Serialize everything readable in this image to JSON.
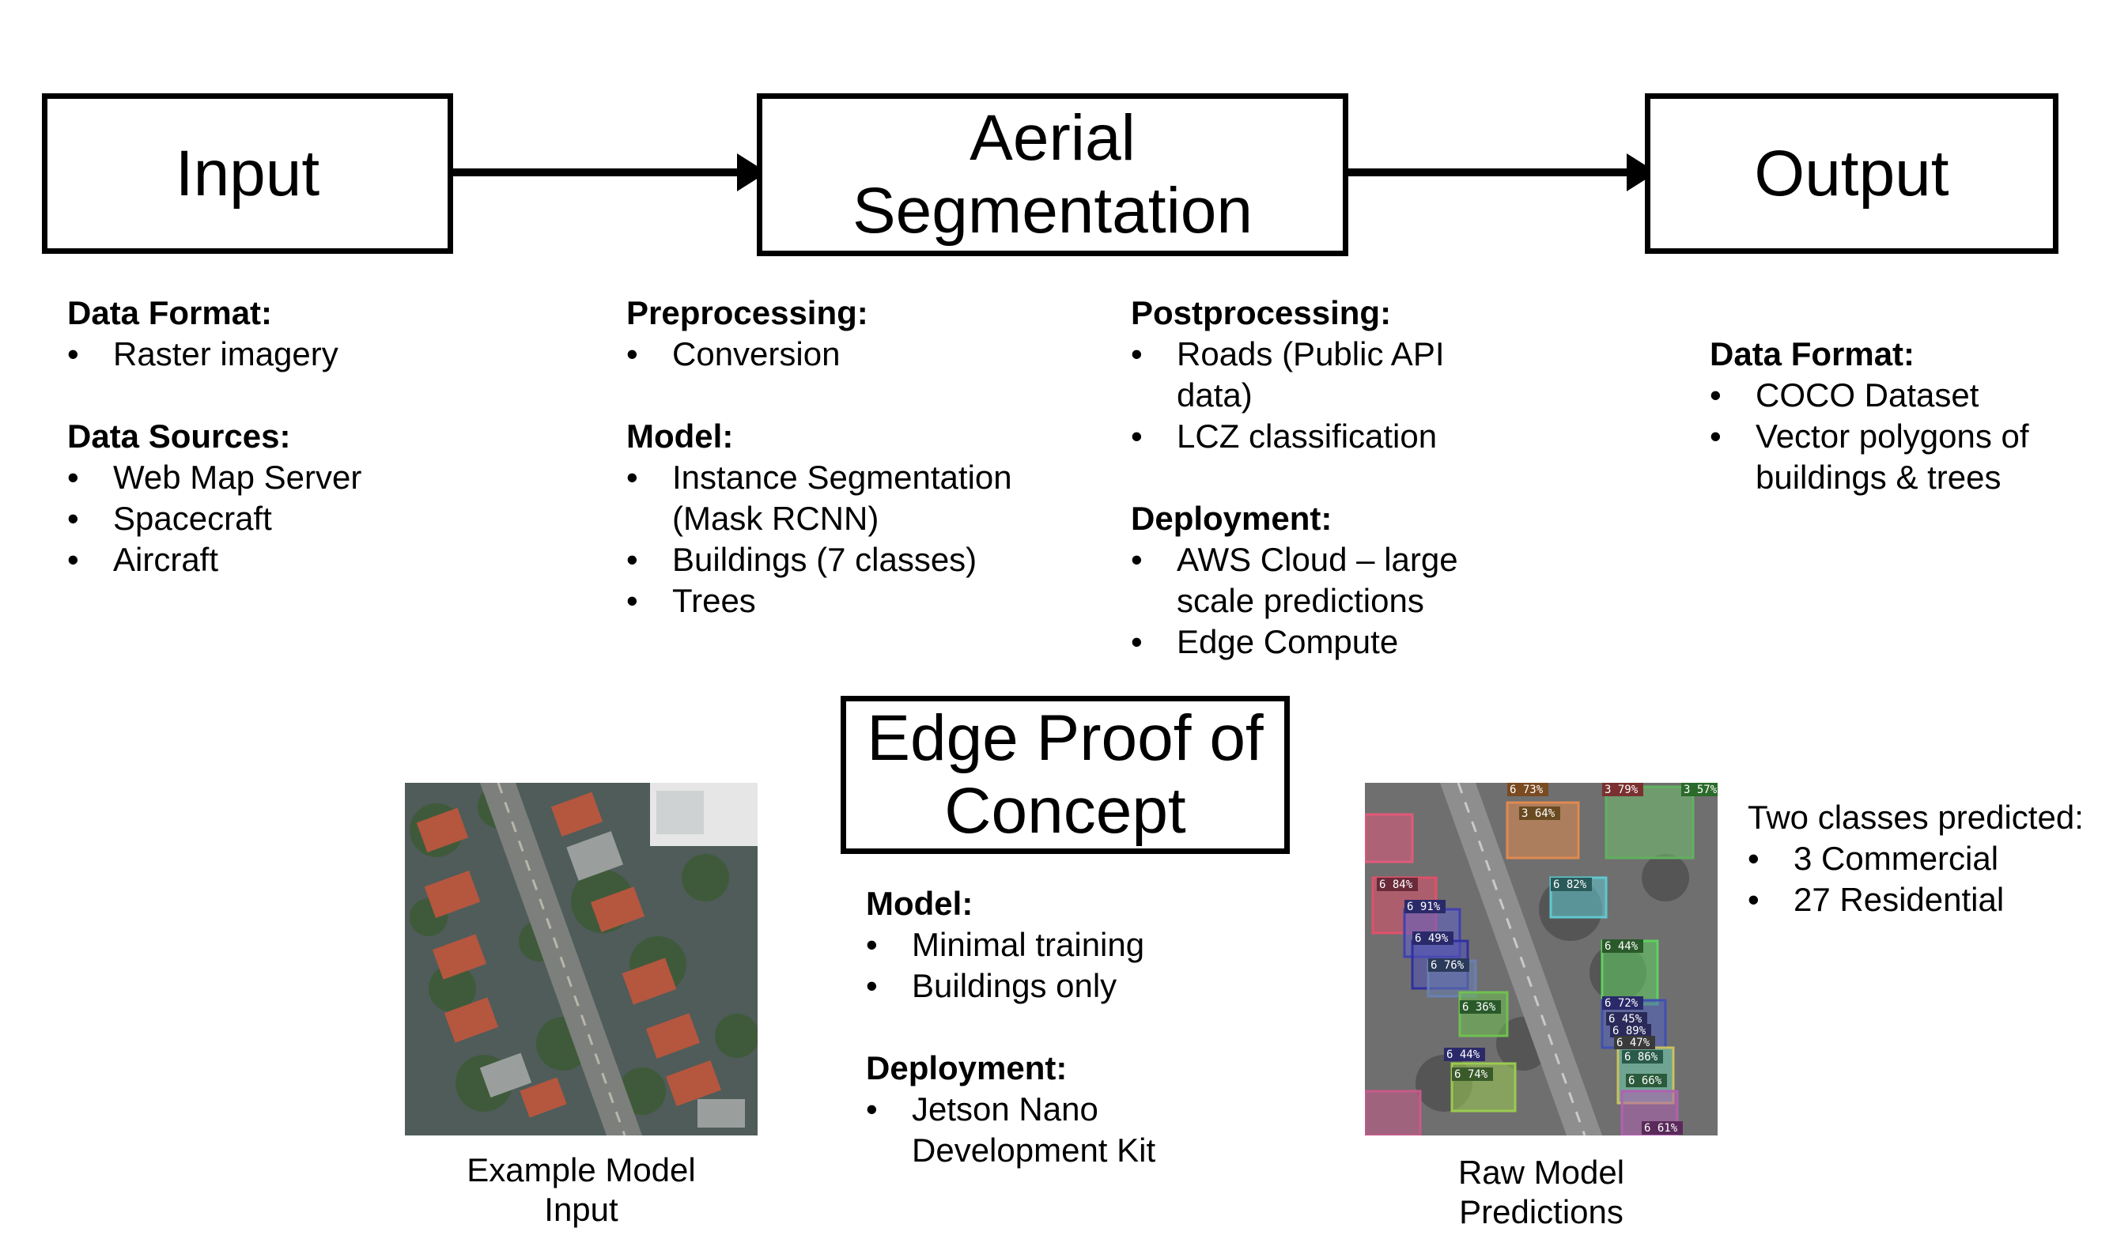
{
  "boxes": {
    "input": "Input",
    "aerial_line1": "Aerial",
    "aerial_line2": "Segmentation",
    "output": "Output",
    "edge_line1": "Edge Proof of",
    "edge_line2": "Concept"
  },
  "input_details": {
    "data_format_heading": "Data Format:",
    "data_format_items": [
      "Raster imagery"
    ],
    "data_sources_heading": "Data Sources:",
    "data_sources_items": [
      "Web Map Server",
      "Spacecraft",
      "Aircraft"
    ]
  },
  "preprocessing": {
    "heading": "Preprocessing:",
    "items": [
      "Conversion"
    ]
  },
  "model": {
    "heading": "Model:",
    "item1_line1": "Instance Segmentation",
    "item1_line2": "(Mask RCNN)",
    "item2": "Buildings (7 classes)",
    "item3": "Trees"
  },
  "postprocessing": {
    "heading": "Postprocessing:",
    "item1_line1": "Roads (Public API",
    "item1_line2": "data)",
    "item2": "LCZ classification"
  },
  "deployment": {
    "heading": "Deployment:",
    "item1_line1": "AWS Cloud – large",
    "item1_line2": "scale predictions",
    "item2": "Edge Compute"
  },
  "output_details": {
    "heading": "Data Format:",
    "item1": "COCO Dataset",
    "item2_line1": "Vector polygons of",
    "item2_line2": "buildings & trees"
  },
  "edge_details": {
    "model_heading": "Model:",
    "model_items": [
      "Minimal training",
      "Buildings only"
    ],
    "deploy_heading": "Deployment:",
    "deploy_item_line1": "Jetson Nano",
    "deploy_item_line2": "Development Kit"
  },
  "captions": {
    "input_line1": "Example Model",
    "input_line2": "Input",
    "pred_line1": "Raw Model",
    "pred_line2": "Predictions"
  },
  "classes": {
    "heading": "Two classes predicted:",
    "items": [
      "3 Commercial",
      "27 Residential"
    ]
  },
  "prediction_labels": [
    "6 73%",
    "3 79%",
    "3 57%",
    "3 64%",
    "6 84%",
    "6 91%",
    "6 82%",
    "6 49%",
    "6 76%",
    "6 44%",
    "6 36%",
    "6 72%",
    "6 45%",
    "6 89%",
    "6 47%",
    "6 86%",
    "6 44%",
    "6 74%",
    "6 66%",
    "6 61%"
  ],
  "colors": {
    "stroke": "#000000",
    "background": "#ffffff"
  }
}
